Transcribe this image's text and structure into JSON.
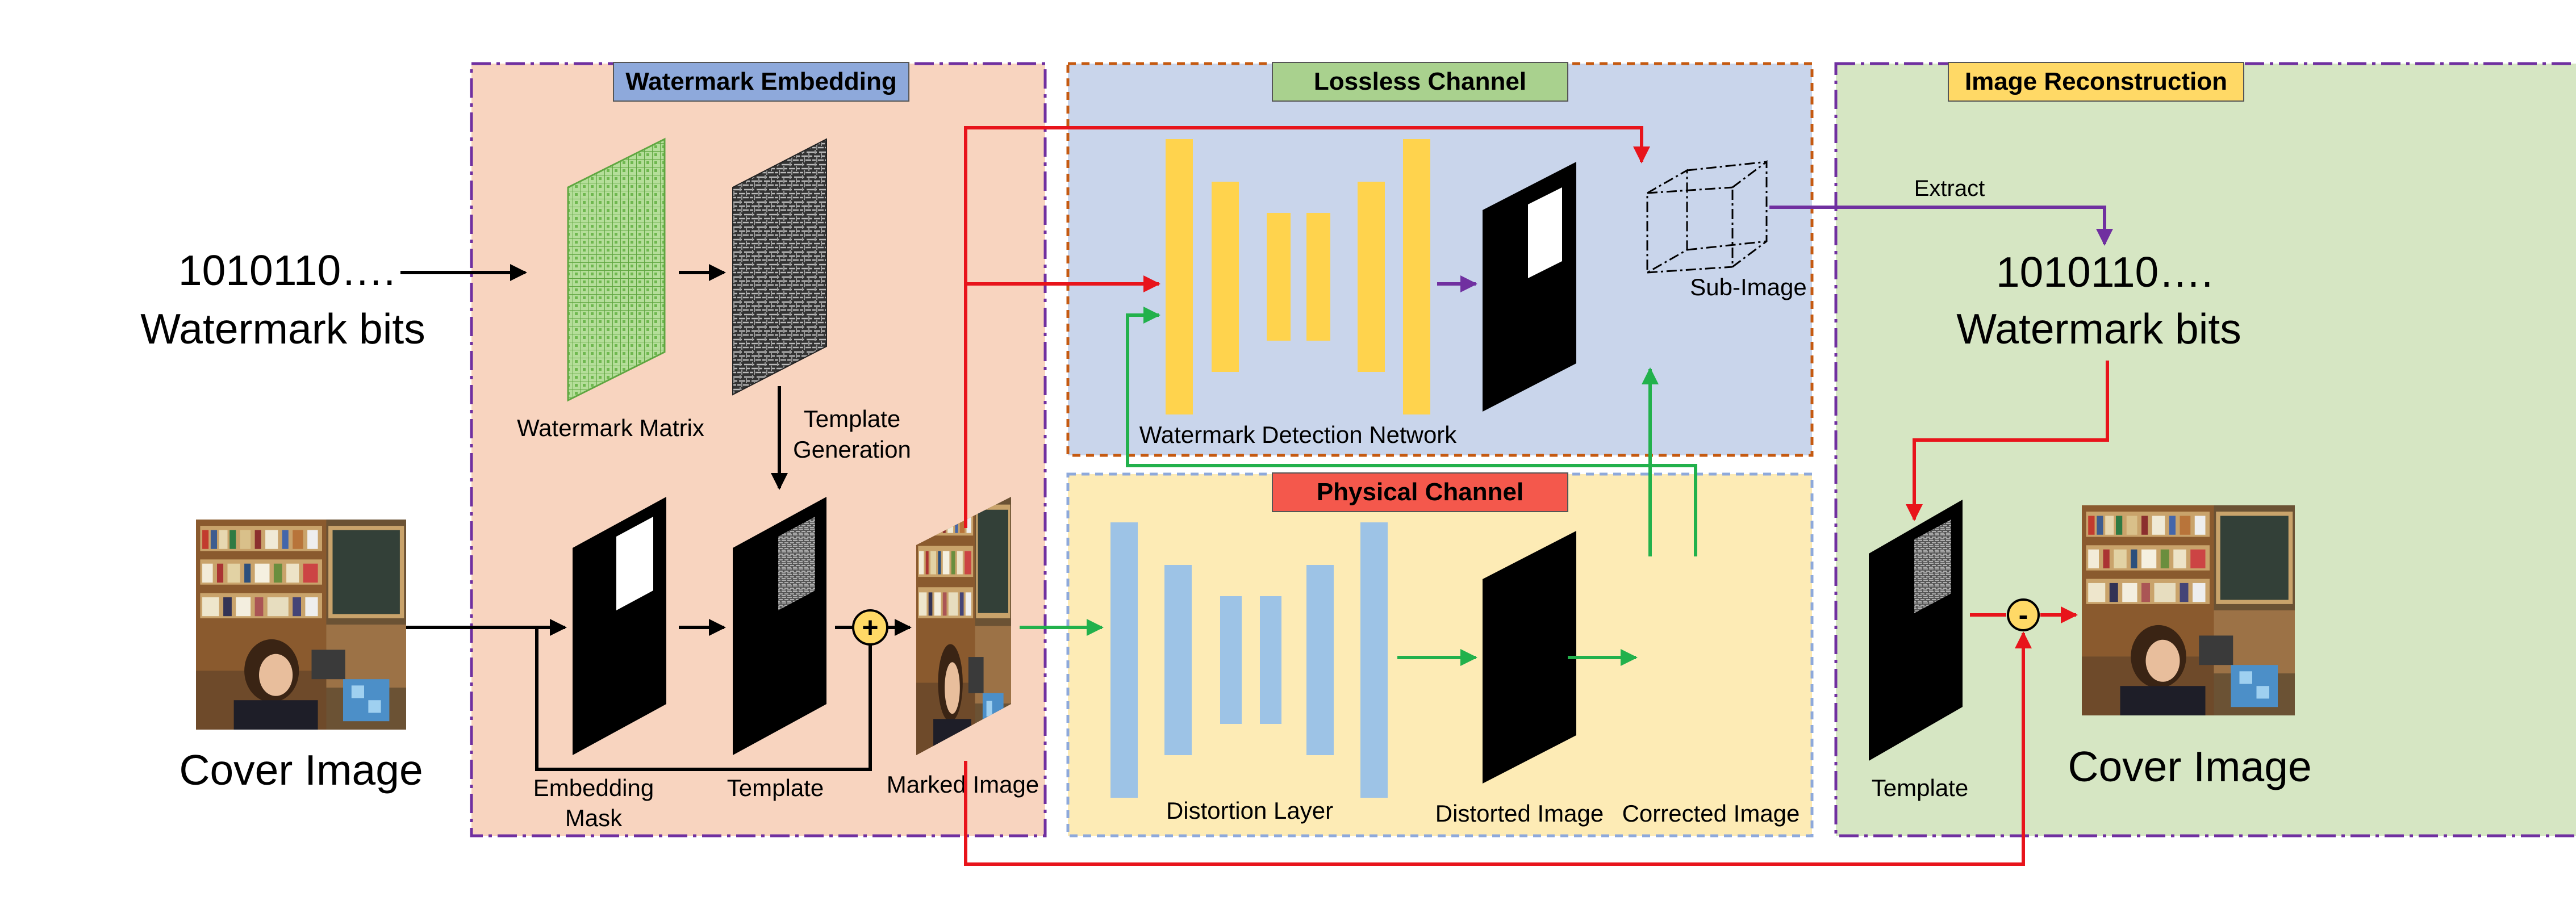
{
  "sections": {
    "embedding": {
      "title": "Watermark Embedding",
      "color": "#8EA9DB"
    },
    "lossless": {
      "title": "Lossless Channel",
      "color": "#A9D18E"
    },
    "physical": {
      "title": "Physical Channel",
      "color": "#F4584C"
    },
    "reconstruction": {
      "title": "Image Reconstruction",
      "color": "#FFD966"
    }
  },
  "panel_colors": {
    "embedding": "#F8D4BF",
    "lossless": "#C9D5EB",
    "physical": "#FDEBB5",
    "reconstruction": "#D6E6C3",
    "panel_border": "#7030A0"
  },
  "inputs": {
    "bits_value": "1010110….",
    "bits_label": "Watermark bits",
    "cover_label": "Cover Image"
  },
  "embedding": {
    "matrix_label": "Watermark Matrix",
    "template_generation_line1": "Template",
    "template_generation_line2": "Generation",
    "embedding_mask_line1": "Embedding",
    "embedding_mask_line2": "Mask",
    "template_label": "Template",
    "marked_label": "Marked Image",
    "add_symbol": "+"
  },
  "lossless": {
    "network_label": "Watermark Detection Network",
    "sub_image_label": "Sub-Image"
  },
  "physical": {
    "distortion_layer_label": "Distortion Layer",
    "distorted_label": "Distorted Image",
    "corrected_label": "Corrected Image"
  },
  "reconstruction": {
    "extract_label": "Extract",
    "bits_value": "1010110….",
    "bits_label": "Watermark bits",
    "template_label": "Template",
    "cover_label": "Cover Image",
    "subtract_symbol": "-"
  },
  "arrow_colors": {
    "black": "#000000",
    "red": "#E8141B",
    "green": "#22B14C",
    "purple": "#7030A0"
  },
  "icons": [
    "photo-icon",
    "pattern-icon",
    "encoder-decoder-icon",
    "add-icon",
    "subtract-icon"
  ]
}
